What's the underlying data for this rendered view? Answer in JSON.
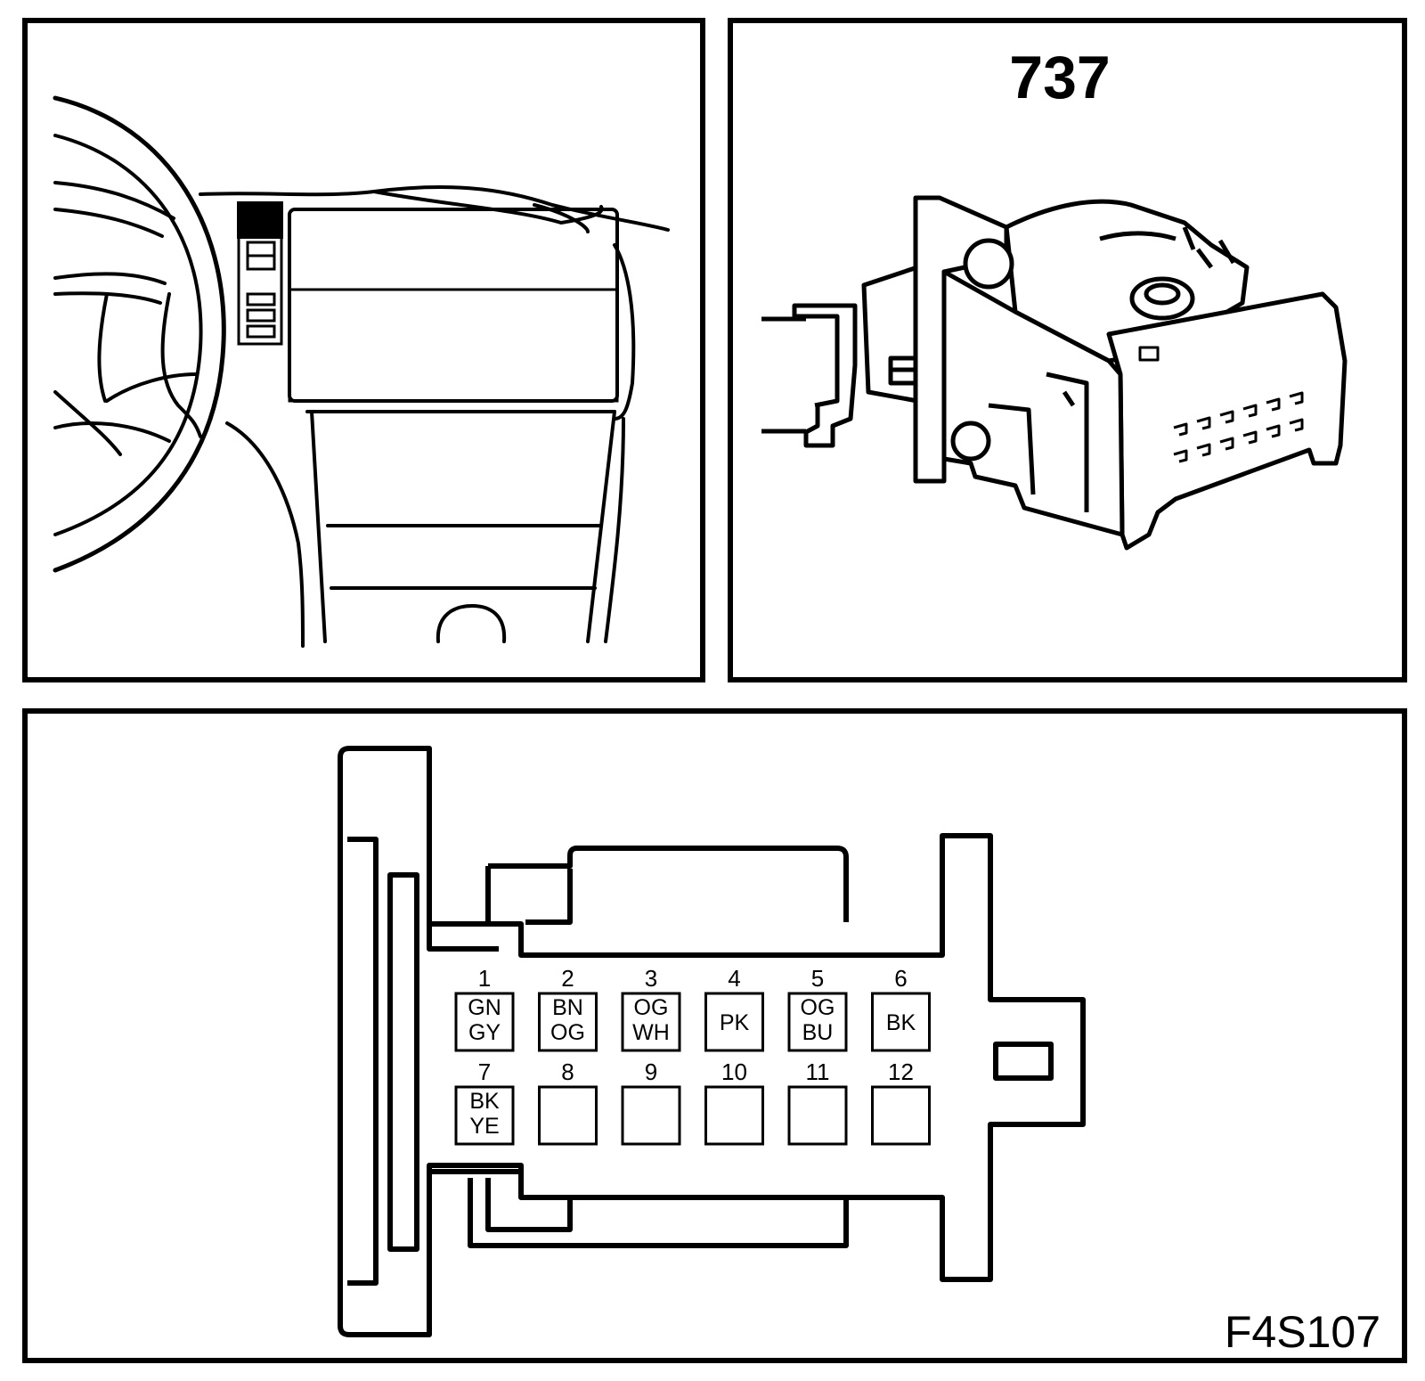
{
  "connector": {
    "number": "737",
    "figure_code": "F4S107"
  },
  "pins": [
    {
      "number": "1",
      "colors": [
        "GN",
        "GY"
      ]
    },
    {
      "number": "2",
      "colors": [
        "BN",
        "OG"
      ]
    },
    {
      "number": "3",
      "colors": [
        "OG",
        "WH"
      ]
    },
    {
      "number": "4",
      "colors": [
        "PK"
      ]
    },
    {
      "number": "5",
      "colors": [
        "OG",
        "BU"
      ]
    },
    {
      "number": "6",
      "colors": [
        "BK"
      ]
    },
    {
      "number": "7",
      "colors": [
        "BK",
        "YE"
      ]
    },
    {
      "number": "8",
      "colors": []
    },
    {
      "number": "9",
      "colors": []
    },
    {
      "number": "10",
      "colors": []
    },
    {
      "number": "11",
      "colors": []
    },
    {
      "number": "12",
      "colors": []
    }
  ]
}
